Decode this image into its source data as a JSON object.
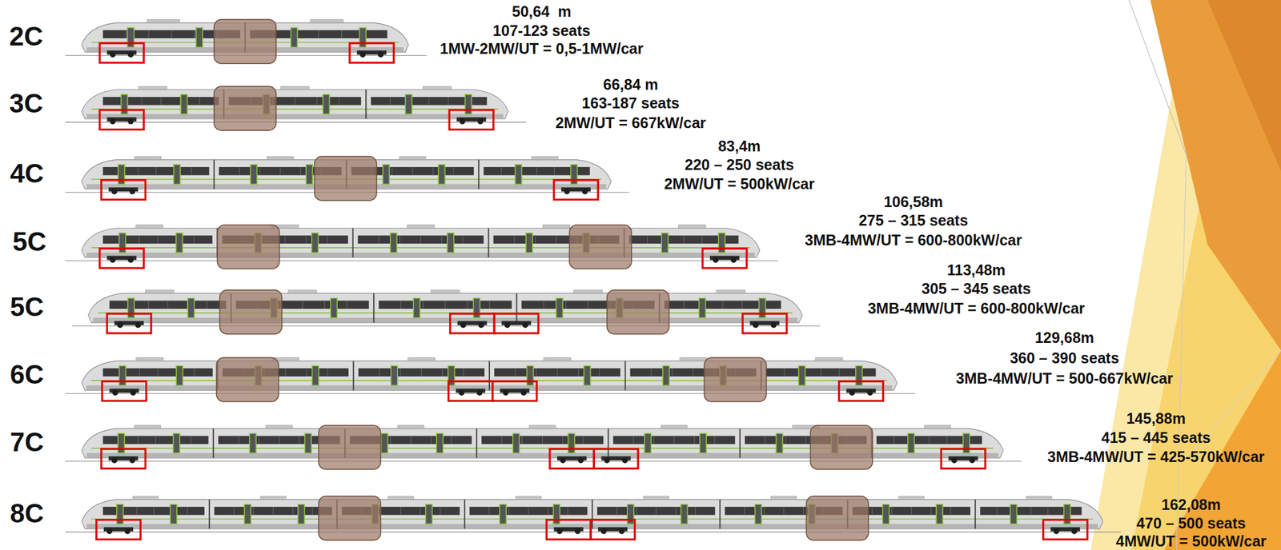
{
  "diagram": {
    "labels": [
      "2C",
      "50,64  m",
      "107-123 seats",
      "1MW-2MW/UT = 0,5-1MW/car",
      "3C",
      "66,84 m",
      "163-187 seats",
      "2MW/UT = 667kW/car",
      "4C",
      "83,4m",
      "220 – 250 seats",
      "2MW/UT = 500kW/car",
      "5C",
      "106,58m",
      "275 – 315 seats",
      "3MB-4MW/UT = 600-800kW/car",
      "5C",
      "113,48m",
      "305 – 345 seats",
      "3MB-4MW/UT = 600-800kW/car",
      "6C",
      "129,68m",
      "360 – 390 seats",
      "3MB-4MW/UT = 500-667kW/car",
      "7C",
      "145,88m",
      "415 – 445 seats",
      "3MB-4MW/UT = 425-570kW/car",
      "8C",
      "162,08m",
      "470 – 500 seats",
      "4MW/UT = 500kW/car"
    ]
  }
}
